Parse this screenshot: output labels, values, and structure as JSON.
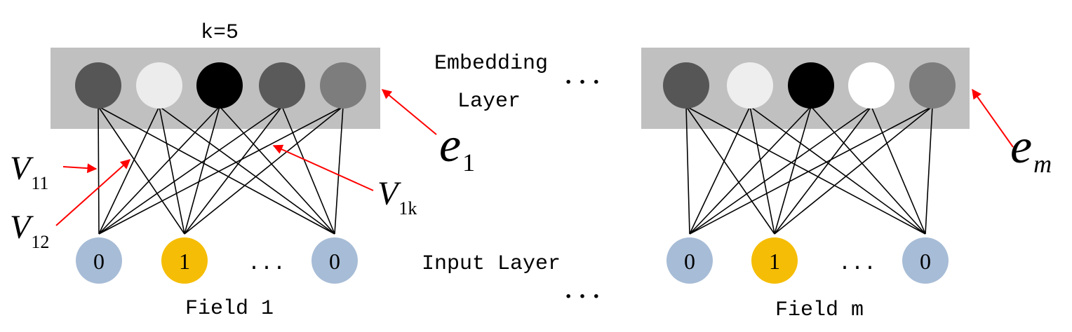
{
  "embedding_size_label": "k=5",
  "embedding_layer_label": [
    "Embedding",
    "Layer"
  ],
  "input_layer_label": "Input Layer",
  "ellipsis": "· · ·",
  "field_ellipsis": "...",
  "fields": [
    {
      "name": "Field 1",
      "inputs": [
        "0",
        "1",
        "0"
      ],
      "input_colors": [
        "#a7bcd6",
        "#f5bd05",
        "#a7bcd6"
      ],
      "embedding_colors": [
        "#565656",
        "#ececec",
        "#000000",
        "#5a5a5a",
        "#7d7d7d"
      ],
      "embedding_label": {
        "base": "e",
        "sub": "1"
      }
    },
    {
      "name": "Field m",
      "inputs": [
        "0",
        "1",
        "0"
      ],
      "input_colors": [
        "#a7bcd6",
        "#f5bd05",
        "#a7bcd6"
      ],
      "embedding_colors": [
        "#565656",
        "#eeeeee",
        "#000000",
        "#ffffff",
        "#7d7d7d"
      ],
      "embedding_label": {
        "base": "e",
        "sub": "m"
      }
    }
  ],
  "weights": [
    {
      "base": "V",
      "sub": "11"
    },
    {
      "base": "V",
      "sub": "12"
    },
    {
      "base": "V",
      "sub": "1k"
    }
  ],
  "colors": {
    "embedding_box": "#c0c0c0",
    "arrow": "#ff0000",
    "edge": "#000000"
  }
}
